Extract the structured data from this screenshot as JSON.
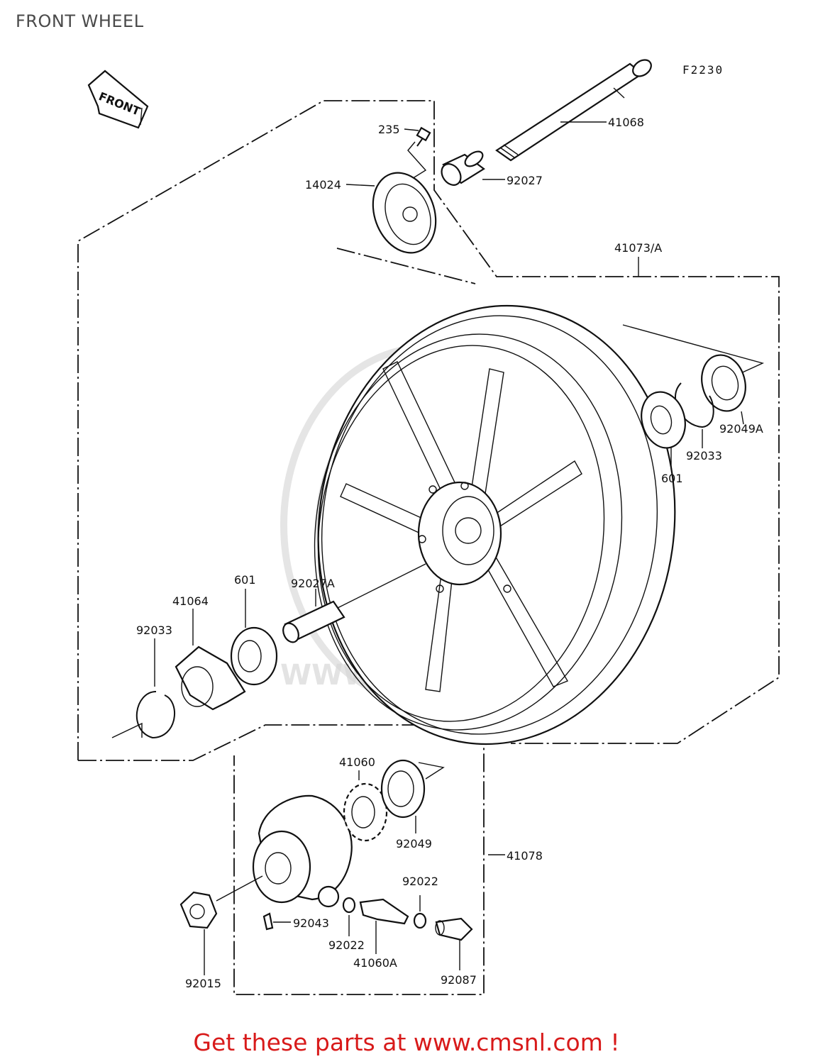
{
  "header": {
    "title": "FRONT WHEEL",
    "figure_code": "F2230"
  },
  "arrow": {
    "label": "FRONT"
  },
  "watermark": {
    "text": "WWW.CMSNL.COM"
  },
  "parts": {
    "p235": "235",
    "p14024": "14024",
    "p41068": "41068",
    "p92027": "92027",
    "p41073A": "41073/A",
    "p92049A": "92049A",
    "p92033_r": "92033",
    "p601_r": "601",
    "p601_l": "601",
    "p92027A": "92027A",
    "p41064": "41064",
    "p92033_l": "92033",
    "p41060": "41060",
    "p92049": "92049",
    "p41078": "41078",
    "p92022_a": "92022",
    "p92043": "92043",
    "p92022_b": "92022",
    "p41060A": "41060A",
    "p92087": "92087",
    "p92015": "92015"
  },
  "footer": {
    "text": "Get these parts at www.cmsnl.com !"
  },
  "colors": {
    "footer": "#d81a1a",
    "lines": "#111111",
    "title": "#4a4a4a"
  }
}
